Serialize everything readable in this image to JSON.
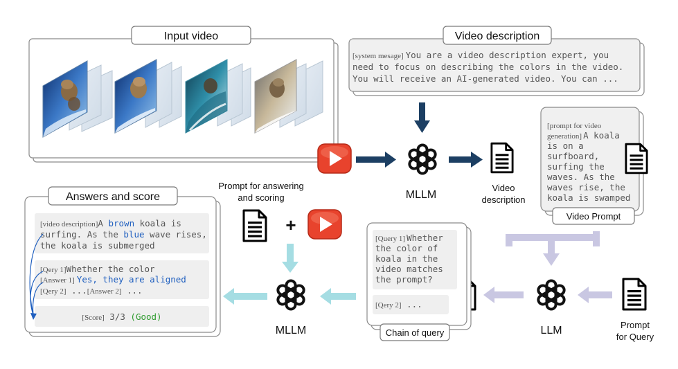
{
  "input_video": {
    "title": "Input video"
  },
  "video_description": {
    "title": "Video description",
    "tag": "[system mesage]",
    "line1": "You are a video description expert, you",
    "line2": "need to focus on describing the colors in the video.",
    "line3": "You will receive an AI-generated video. You can ..."
  },
  "video_prompt": {
    "tag1": "[prompt for video",
    "tag2": "generation]",
    "lines": [
      "A koala",
      "is on a",
      "surfboard,",
      "surfing the",
      "waves. As the",
      "waves rise, the",
      "koala is swamped"
    ],
    "label": "Video Prompt"
  },
  "mllm_top": {
    "label": "MLLM"
  },
  "video_description_doc": {
    "line1": "Video",
    "line2": "description"
  },
  "prompt_answering": {
    "line1": "Prompt for answering",
    "line2": "and scoring"
  },
  "plus_sign": "+",
  "answers": {
    "title": "Answers and score",
    "desc_tag": "[video description]",
    "desc_a": "A ",
    "desc_brown": "brown",
    "desc_b": " koala is",
    "desc_c": "surfing. As the ",
    "desc_blue": "blue",
    "desc_d": " wave rises,",
    "desc_e": "the koala is submerged",
    "q1_tag": "[Qery 1]",
    "q1_text": "Whether the color",
    "a1_tag": "[Answer 1]",
    "a1_text": "Yes, they are aligned",
    "q2_tag": "[Qery 2]",
    "q2_dots": " ...",
    "a2_tag": "[Answer 2]",
    "a2_dots": " ...",
    "score_tag": "[Score]",
    "score_val": " 3/3 ",
    "score_good": "(Good)"
  },
  "mllm_bottom": {
    "label": "MLLM"
  },
  "chain": {
    "q1_tag": "[Query 1]",
    "q1_first": "Whether",
    "q1_lines": [
      "the color of",
      "koala in the",
      "video matches",
      "the prompt?"
    ],
    "q2_tag": "[Qery 2]",
    "q2_dots": " ...",
    "label": "Chain of query"
  },
  "llm": {
    "label": "LLM"
  },
  "prompt_query": {
    "line1": "Prompt",
    "line2": "for Query"
  },
  "colors": {
    "navy": "#1c3f63",
    "teal": "#a5dde3",
    "lavender": "#c9c7e2",
    "text_blue": "#1f5fbf",
    "good_green": "#2e9b2e",
    "youtube_red": "#e8432d"
  }
}
